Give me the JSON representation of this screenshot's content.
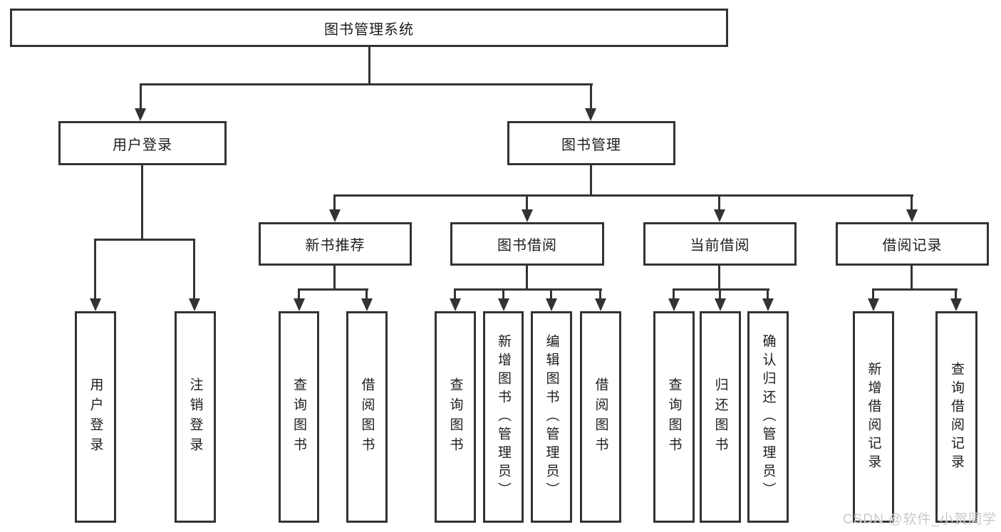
{
  "colors": {
    "line": "#333333",
    "text": "#1d1d1f",
    "background": "#ffffff",
    "watermark": "#c9c9c9"
  },
  "diagram": {
    "root": {
      "label": "图书管理系统"
    },
    "branches": [
      {
        "label": "用户登录",
        "children": [
          {
            "label": "用户登录"
          },
          {
            "label": "注销登录"
          }
        ]
      },
      {
        "label": "图书管理",
        "children": [
          {
            "label": "新书推荐",
            "children": [
              {
                "label": "查询图书"
              },
              {
                "label": "借阅图书"
              }
            ]
          },
          {
            "label": "图书借阅",
            "children": [
              {
                "label": "查询图书"
              },
              {
                "label": "新增图书（管理员）"
              },
              {
                "label": "编辑图书（管理员）"
              },
              {
                "label": "借阅图书"
              }
            ]
          },
          {
            "label": "当前借阅",
            "children": [
              {
                "label": "查询图书"
              },
              {
                "label": "归还图书"
              },
              {
                "label": "确认归还（管理员）"
              }
            ]
          },
          {
            "label": "借阅记录",
            "children": [
              {
                "label": "新增借阅记录"
              },
              {
                "label": "查询借阅记录"
              }
            ]
          }
        ]
      }
    ]
  },
  "watermark": {
    "text": "CSDN @软件_小贺同学"
  }
}
